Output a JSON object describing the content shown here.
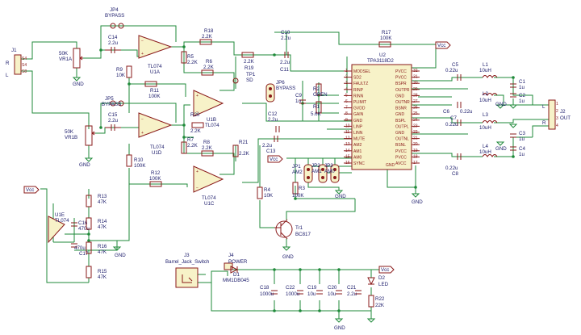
{
  "connectors": {
    "j1": {
      "ref": "J1",
      "pins": [
        "R",
        "L"
      ],
      "pin_numbers": [
        "S4",
        "S4",
        "S8"
      ]
    },
    "j2": {
      "ref": "J2",
      "label": "OUT",
      "pins": [
        "L",
        "R"
      ],
      "pin_numbers": [
        "1",
        "2",
        "3",
        "4"
      ]
    },
    "j3": {
      "ref": "J3",
      "label": "Barrel_Jack_Switch"
    },
    "j4": {
      "ref": "J4",
      "label": "POWER"
    }
  },
  "pots": {
    "vr1a": {
      "ref": "VR1A",
      "value": "50K"
    },
    "vr1b": {
      "ref": "VR1B",
      "value": "50K"
    }
  },
  "jumpers": {
    "jp4": {
      "ref": "JP4",
      "label": "BYPASS"
    },
    "jp5": {
      "ref": "JP5",
      "label": "BYPASS"
    },
    "jp6": {
      "ref": "JP6",
      "label": "BYPASS"
    },
    "jp1": {
      "ref": "JP1",
      "label": "AM2"
    },
    "jp2": {
      "ref": "JP2",
      "label": "AM1"
    },
    "jp3": {
      "ref": "JP3",
      "label": "AM0"
    }
  },
  "opamps": {
    "u1a": {
      "ref": "U1A",
      "value": "TL074"
    },
    "u1b": {
      "ref": "U1B",
      "value": "TL074"
    },
    "u1c": {
      "ref": "U1C",
      "value": "TL074"
    },
    "u1d": {
      "ref": "U1D",
      "value": "TL074"
    },
    "u1e": {
      "ref": "U1E",
      "value": "TL074"
    }
  },
  "resistors": [
    {
      "ref": "R9",
      "value": "10K"
    },
    {
      "ref": "R18",
      "value": "2.2K"
    },
    {
      "ref": "R5",
      "value": "2.2K"
    },
    {
      "ref": "R6",
      "value": "2.2K"
    },
    {
      "ref": "R11",
      "value": "100K"
    },
    {
      "ref": "R17",
      "value": "100K"
    },
    {
      "ref": "R20",
      "value": "2.2K"
    },
    {
      "ref": "R7",
      "value": "2.2K"
    },
    {
      "ref": "R8",
      "value": "2.2K"
    },
    {
      "ref": "R21",
      "value": "2.2K"
    },
    {
      "ref": "R19",
      "value": "2.2K"
    },
    {
      "ref": "R10",
      "value": "100K"
    },
    {
      "ref": "R12",
      "value": "100K"
    },
    {
      "ref": "R13",
      "value": "47K"
    },
    {
      "ref": "R14",
      "value": "47K"
    },
    {
      "ref": "R16",
      "value": "47K"
    },
    {
      "ref": "R15",
      "value": "47K"
    },
    {
      "ref": "R4",
      "value": "10K"
    },
    {
      "ref": "R3",
      "value": "100K"
    },
    {
      "ref": "R2",
      "value": "OPEN"
    },
    {
      "ref": "R1",
      "value": "5.6K"
    },
    {
      "ref": "R22",
      "value": "22K"
    }
  ],
  "capacitors": [
    {
      "ref": "C14",
      "value": "2.2u"
    },
    {
      "ref": "C15",
      "value": "2.2u"
    },
    {
      "ref": "C10",
      "value": "2.2u"
    },
    {
      "ref": "C11",
      "value": "2.2u"
    },
    {
      "ref": "C12",
      "value": "2.2u"
    },
    {
      "ref": "C13",
      "value": "2.2u"
    },
    {
      "ref": "C9",
      "value": "1u"
    },
    {
      "ref": "C16",
      "value": "470u"
    },
    {
      "ref": "C17",
      "value": "470u"
    },
    {
      "ref": "C5",
      "value": "0.22u"
    },
    {
      "ref": "C6",
      "value": "0.22u"
    },
    {
      "ref": "C7",
      "value": "0.22u"
    },
    {
      "ref": "C8",
      "value": "0.22u"
    },
    {
      "ref": "C1",
      "value": "1u"
    },
    {
      "ref": "C2",
      "value": "1u"
    },
    {
      "ref": "C3",
      "value": "1u"
    },
    {
      "ref": "C4",
      "value": "1u"
    },
    {
      "ref": "C18",
      "value": "1000u"
    },
    {
      "ref": "C22",
      "value": "1000u"
    },
    {
      "ref": "C19",
      "value": "10u"
    },
    {
      "ref": "C20",
      "value": "10u"
    },
    {
      "ref": "C21",
      "value": "2.2u"
    }
  ],
  "inductors": [
    {
      "ref": "L1",
      "value": "10uH"
    },
    {
      "ref": "L2",
      "value": "10uH"
    },
    {
      "ref": "L3",
      "value": "10uH"
    },
    {
      "ref": "L4",
      "value": "10uH"
    }
  ],
  "amp_ic": {
    "ref": "U2",
    "value": "TPA3118D2",
    "left_pins": [
      "MODSEL",
      "SD2",
      "FAULTZ",
      "RINP",
      "RINN",
      "PLIMIT",
      "GVDD",
      "GAIN",
      "GND",
      "LINP",
      "LINN",
      "MUTE",
      "AM2",
      "AM1",
      "AM0",
      "SYNC"
    ],
    "left_nums": [
      "1",
      "2",
      "3",
      "4",
      "5",
      "6",
      "7",
      "8",
      "9",
      "10",
      "11",
      "12",
      "13",
      "14",
      "15",
      "16"
    ],
    "right_pins": [
      "PVCC",
      "PVCC",
      "BSPR",
      "OUTPR",
      "GND",
      "OUTNR",
      "BSNR",
      "GND",
      "BSPL",
      "OUTPL",
      "GND",
      "OUTNL",
      "BSNL",
      "PVCC",
      "PVCC",
      "AVCC"
    ],
    "right_nums": [
      "32",
      "31",
      "30",
      "29",
      "28",
      "27",
      "26",
      "25",
      "24",
      "23",
      "22",
      "21",
      "20",
      "19",
      "18",
      "17"
    ],
    "bottom_pin": "GND"
  },
  "misc": {
    "tp1": {
      "ref": "TP1",
      "value": "SD"
    },
    "tr1": {
      "ref": "Tr1",
      "value": "BC817"
    },
    "d1": {
      "ref": "D1",
      "value": "MM1DB045"
    },
    "d2": {
      "ref": "D2",
      "value": "LED"
    }
  },
  "nets": {
    "vcc": "Vcc",
    "gnd": "GND"
  }
}
